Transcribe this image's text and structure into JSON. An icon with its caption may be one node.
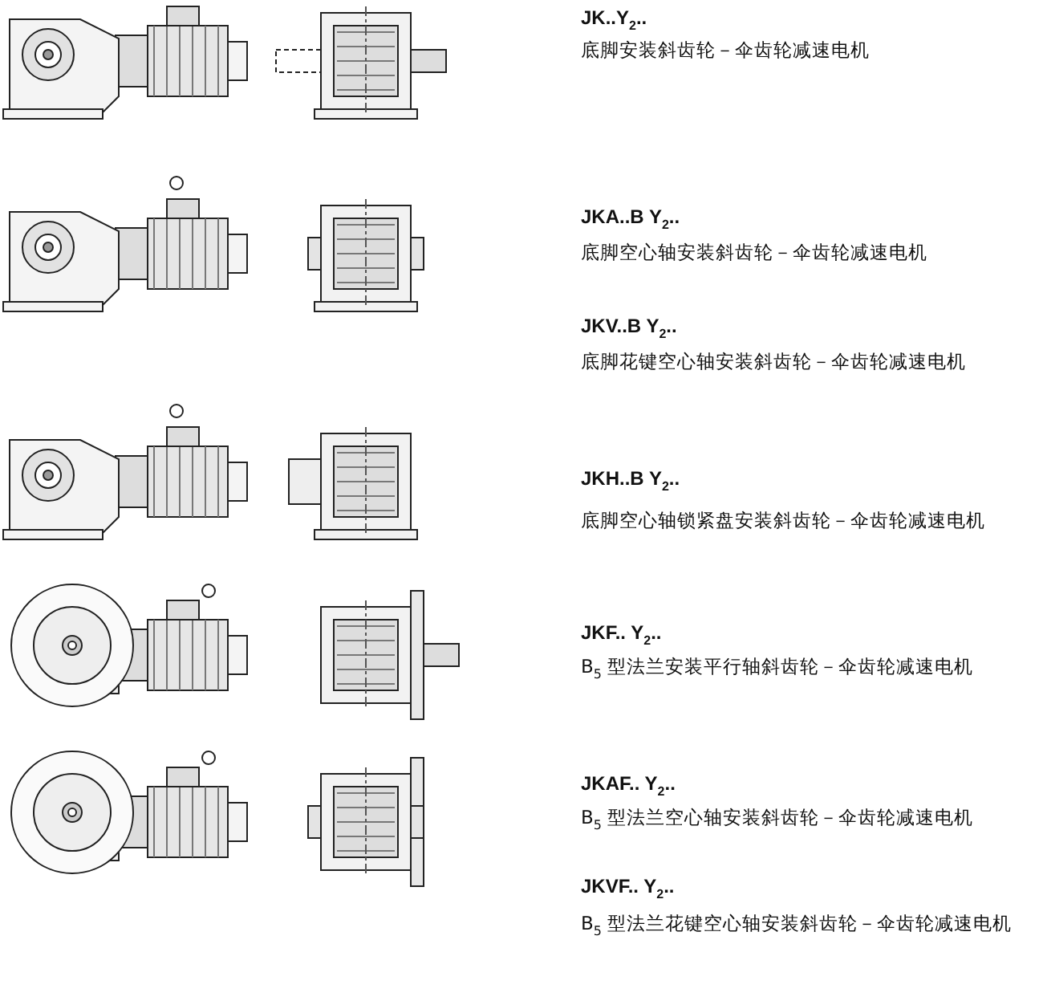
{
  "diagram": {
    "labels": [
      "JK..Y$_{2}$..",
      "底脚安装斜齿轮－伞齿轮减速电机",
      "JKA..B Y$_{2}$..",
      "底脚空心轴安装斜齿轮－伞齿轮减速电机",
      "JKV..B Y$_{2}$..",
      "底脚花键空心轴安装斜齿轮－伞齿轮减速电机",
      "JKH..B Y$_{2}$..",
      "底脚空心轴锁紧盘安装斜齿轮－伞齿轮减速电机",
      "JKF.. Y$_{2}$..",
      "B$_{5}$ 型法兰安装平行轴斜齿轮－伞齿轮减速电机",
      "JKAF.. Y$_{2}$..",
      "B$_{5}$ 型法兰空心轴安装斜齿轮－伞齿轮减速电机",
      "JKVF.. Y$_{2}$..",
      "B$_{5}$ 型法兰花键空心轴安装斜齿轮－伞齿轮减速电机"
    ]
  }
}
